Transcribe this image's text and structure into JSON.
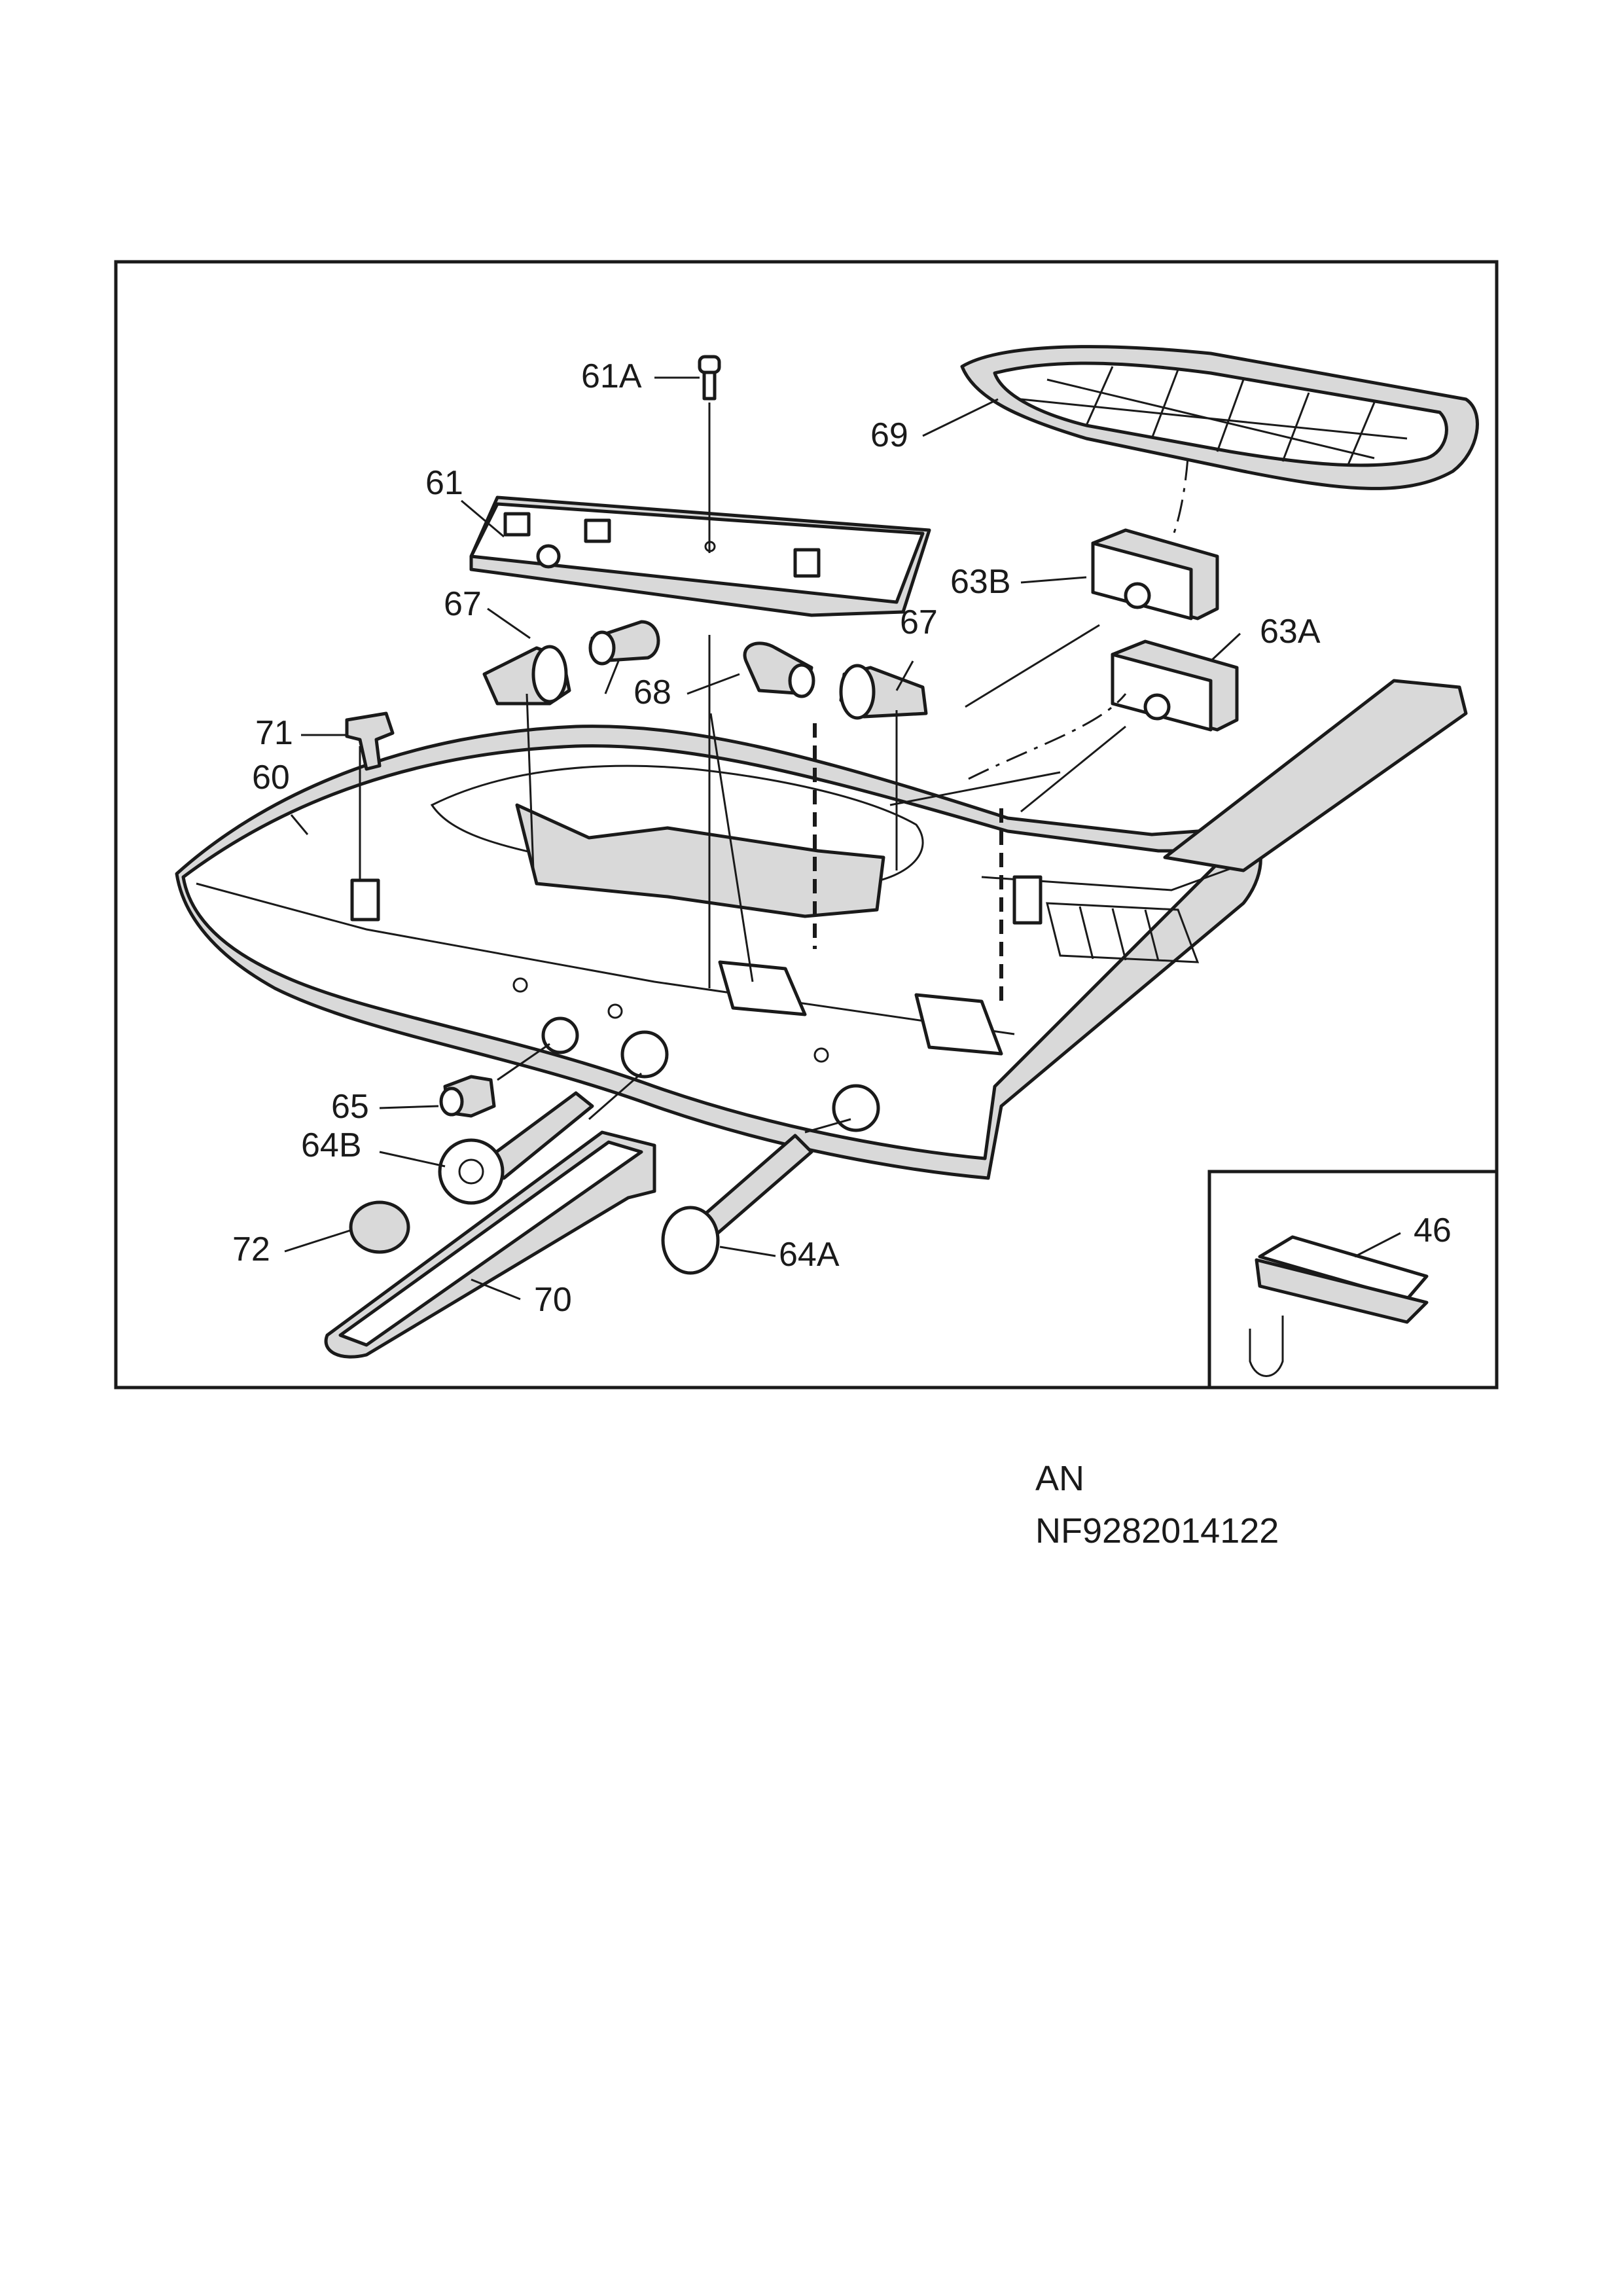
{
  "diagram": {
    "callouts": {
      "c61A": "61A",
      "c69": "69",
      "c61": "61",
      "c63B": "63B",
      "c67a": "67",
      "c67b": "67",
      "c63A": "63A",
      "c68": "68",
      "c71": "71",
      "c60": "60",
      "c65": "65",
      "c64B": "64B",
      "c72": "72",
      "c70": "70",
      "c64A": "64A",
      "c46": "46"
    }
  },
  "footer": {
    "line1": "AN",
    "line2": "NF9282014122"
  }
}
